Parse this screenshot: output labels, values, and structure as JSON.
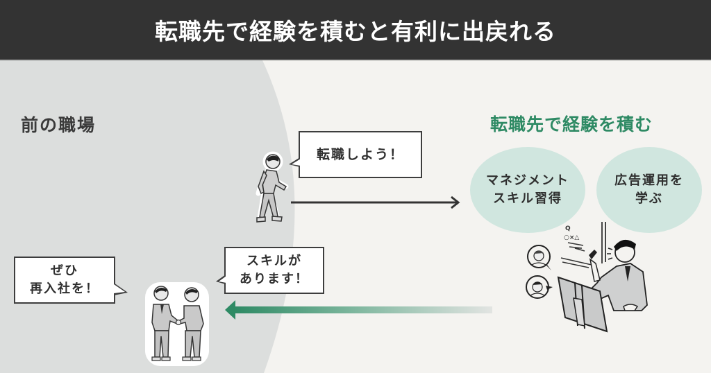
{
  "header": {
    "title": "転職先で経験を積むと有利に出戻れる"
  },
  "left_section": {
    "label": "前の職場",
    "bubble_go": "転職しよう！",
    "bubble_return": {
      "line1": "ぜひ",
      "line2": "再入社を！"
    }
  },
  "right_section": {
    "label": "転職先で経験を積む",
    "skills": [
      {
        "line1": "マネジメント",
        "line2": "スキル習得"
      },
      {
        "line1": "広告運用を",
        "line2": "学ぶ"
      }
    ],
    "bubble_skill": {
      "line1": "スキルが",
      "line2": "あります！"
    },
    "whiteboard_text": {
      "line1": "Q",
      "line2": "○×△"
    }
  },
  "colors": {
    "header_bg": "#333333",
    "left_bg": "#dcdedd",
    "right_bg": "#f4f3f0",
    "accent_green": "#2e8a64",
    "ellipse_fill": "#d0e6df",
    "arrow_dark": "#333333"
  },
  "icons": {
    "walking_person": "walking-person-icon",
    "handshake": "handshake-icon",
    "presenter": "presenter-icon",
    "forward_arrow": "arrow-right-icon",
    "return_arrow": "arrow-left-icon"
  }
}
